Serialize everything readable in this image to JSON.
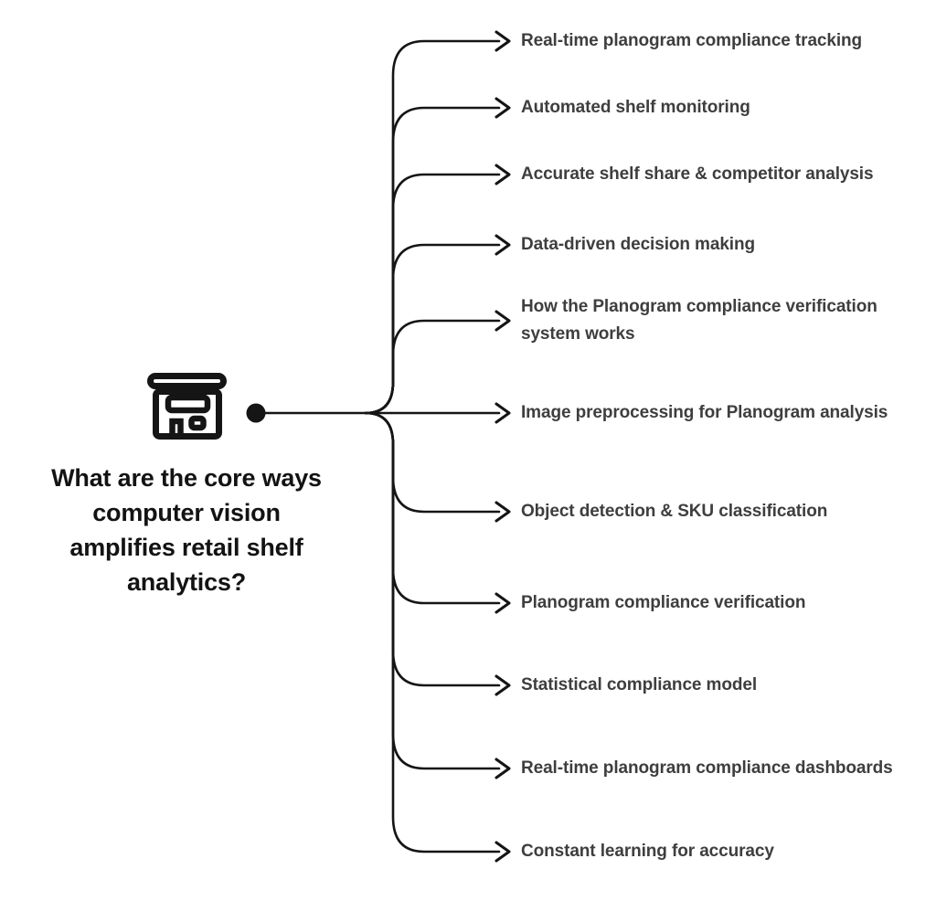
{
  "center": {
    "icon": "storefront-icon",
    "question": "What are the core ways\ncomputer vision\namplifies retail shelf\nanalytics?"
  },
  "branches": [
    {
      "label": "Real-time planogram compliance tracking"
    },
    {
      "label": "Automated shelf monitoring"
    },
    {
      "label": "Accurate shelf share & competitor analysis"
    },
    {
      "label": "Data-driven decision making"
    },
    {
      "label": "How the Planogram compliance verification\nsystem works"
    },
    {
      "label": "Image preprocessing for Planogram analysis"
    },
    {
      "label": "Object detection & SKU classification"
    },
    {
      "label": "Planogram compliance verification"
    },
    {
      "label": "Statistical compliance model"
    },
    {
      "label": "Real-time planogram compliance dashboards"
    },
    {
      "label": "Constant learning for accuracy"
    }
  ],
  "colors": {
    "background": "#ffffff",
    "line": "#151515",
    "question_text": "#131313",
    "label_text": "#3e3e40"
  }
}
